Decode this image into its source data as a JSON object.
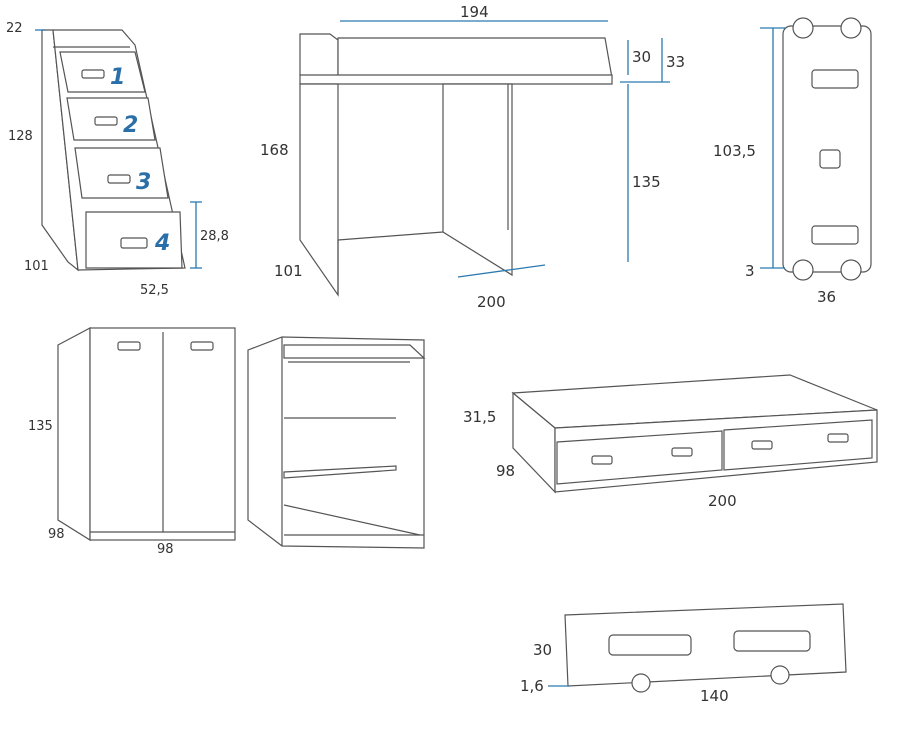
{
  "colors": {
    "line": "#555555",
    "dimension": "#2a7ab0",
    "step_numbers": "#2a6fa8"
  },
  "stairs": {
    "top": "22",
    "height": "128",
    "depth": "101",
    "width": "52,5",
    "drawer_height": "28,8",
    "steps": [
      "1",
      "2",
      "3",
      "4"
    ]
  },
  "desk": {
    "width_top": "194",
    "shelf": "30",
    "shelf_total": "33",
    "height": "168",
    "leg_height": "135",
    "depth": "101",
    "width": "200"
  },
  "ladder": {
    "height": "103,5",
    "bottom": "3",
    "width": "36"
  },
  "wardrobe": {
    "height": "135",
    "depth": "98",
    "width": "98"
  },
  "trundle": {
    "height": "31,5",
    "depth": "98",
    "width": "200"
  },
  "panel": {
    "height": "30",
    "offset": "1,6",
    "width": "140"
  }
}
